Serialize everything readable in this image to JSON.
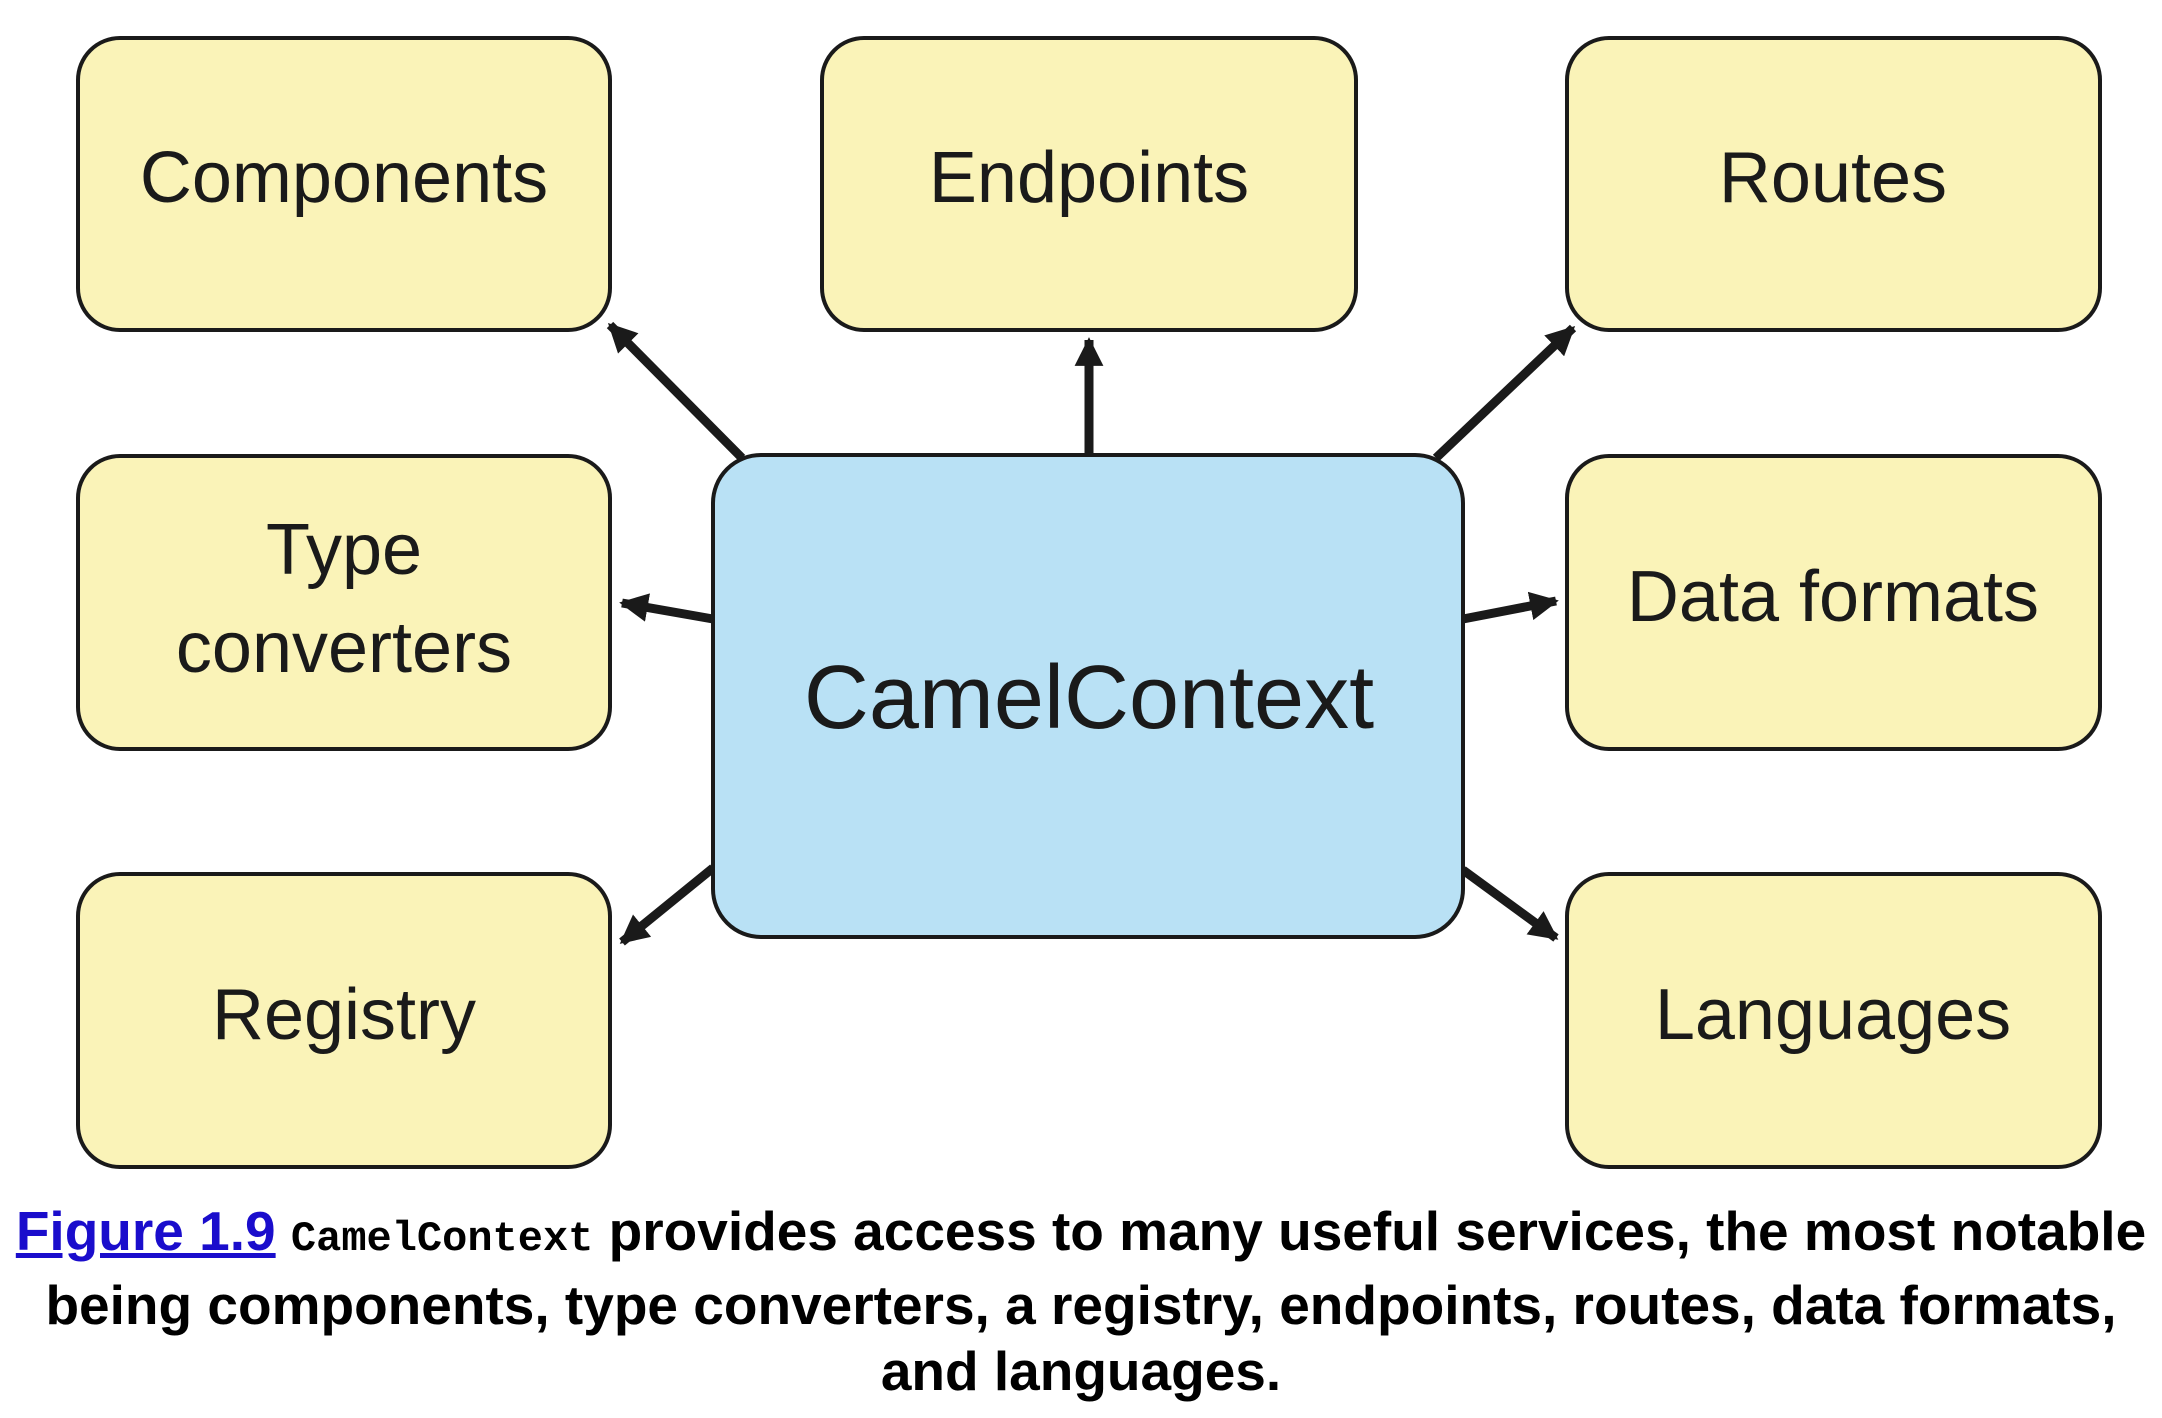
{
  "diagram": {
    "center": {
      "label": "CamelContext"
    },
    "boxes": {
      "components": "Components",
      "endpoints": "Endpoints",
      "routes": "Routes",
      "type_converters_line1": "Type",
      "type_converters_line2": "converters",
      "data_formats": "Data formats",
      "registry": "Registry",
      "languages": "Languages"
    }
  },
  "caption": {
    "figure_link": "Figure 1.9",
    "code_term": "CamelContext",
    "text": " provides access to many useful services, the most notable being components, type converters, a registry, endpoints, routes, data formats, and languages."
  },
  "colors": {
    "service_box_fill": "#faf3b8",
    "center_box_fill": "#b9e1f5",
    "stroke": "#1a1a1a",
    "link": "#1a0dcc"
  }
}
